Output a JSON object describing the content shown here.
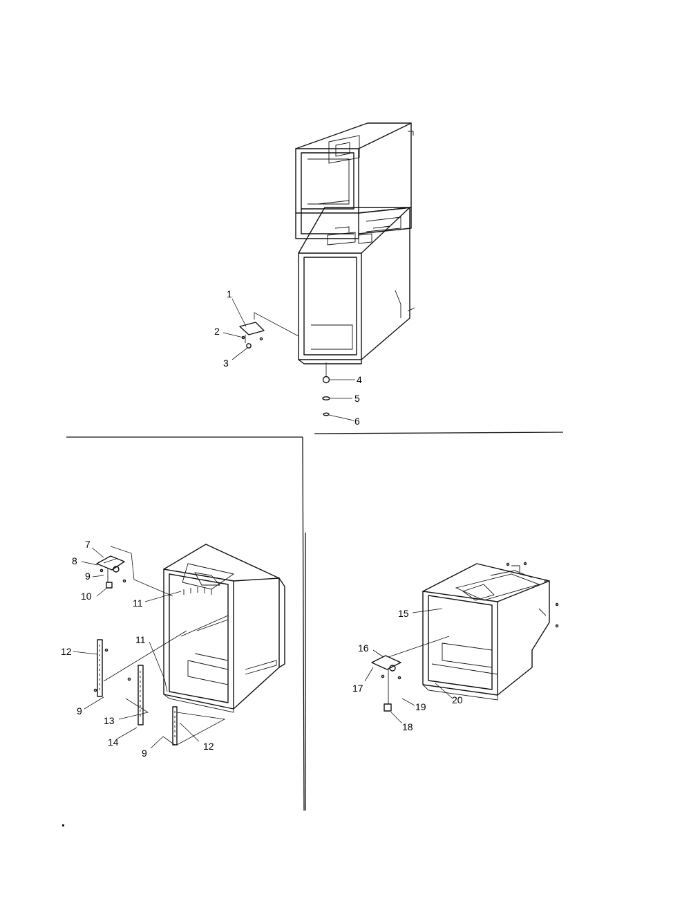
{
  "diagram": {
    "top_view": {
      "callouts": [
        {
          "id": "c1",
          "text": "1"
        },
        {
          "id": "c2",
          "text": "2"
        },
        {
          "id": "c3",
          "text": "3"
        },
        {
          "id": "c4",
          "text": "4"
        },
        {
          "id": "c5",
          "text": "5"
        },
        {
          "id": "c6",
          "text": "6"
        }
      ]
    },
    "left_view": {
      "callouts": [
        {
          "id": "c7",
          "text": "7"
        },
        {
          "id": "c8",
          "text": "8"
        },
        {
          "id": "c9a",
          "text": "9"
        },
        {
          "id": "c10",
          "text": "10"
        },
        {
          "id": "c11a",
          "text": "11"
        },
        {
          "id": "c11b",
          "text": "11"
        },
        {
          "id": "c12a",
          "text": "12"
        },
        {
          "id": "c9b",
          "text": "9"
        },
        {
          "id": "c13",
          "text": "13"
        },
        {
          "id": "c14",
          "text": "14"
        },
        {
          "id": "c9c",
          "text": "9"
        },
        {
          "id": "c12b",
          "text": "12"
        }
      ]
    },
    "right_view": {
      "callouts": [
        {
          "id": "c15",
          "text": "15"
        },
        {
          "id": "c16",
          "text": "16"
        },
        {
          "id": "c17",
          "text": "17"
        },
        {
          "id": "c19",
          "text": "19"
        },
        {
          "id": "c20",
          "text": "20"
        },
        {
          "id": "c18",
          "text": "18"
        }
      ]
    }
  }
}
